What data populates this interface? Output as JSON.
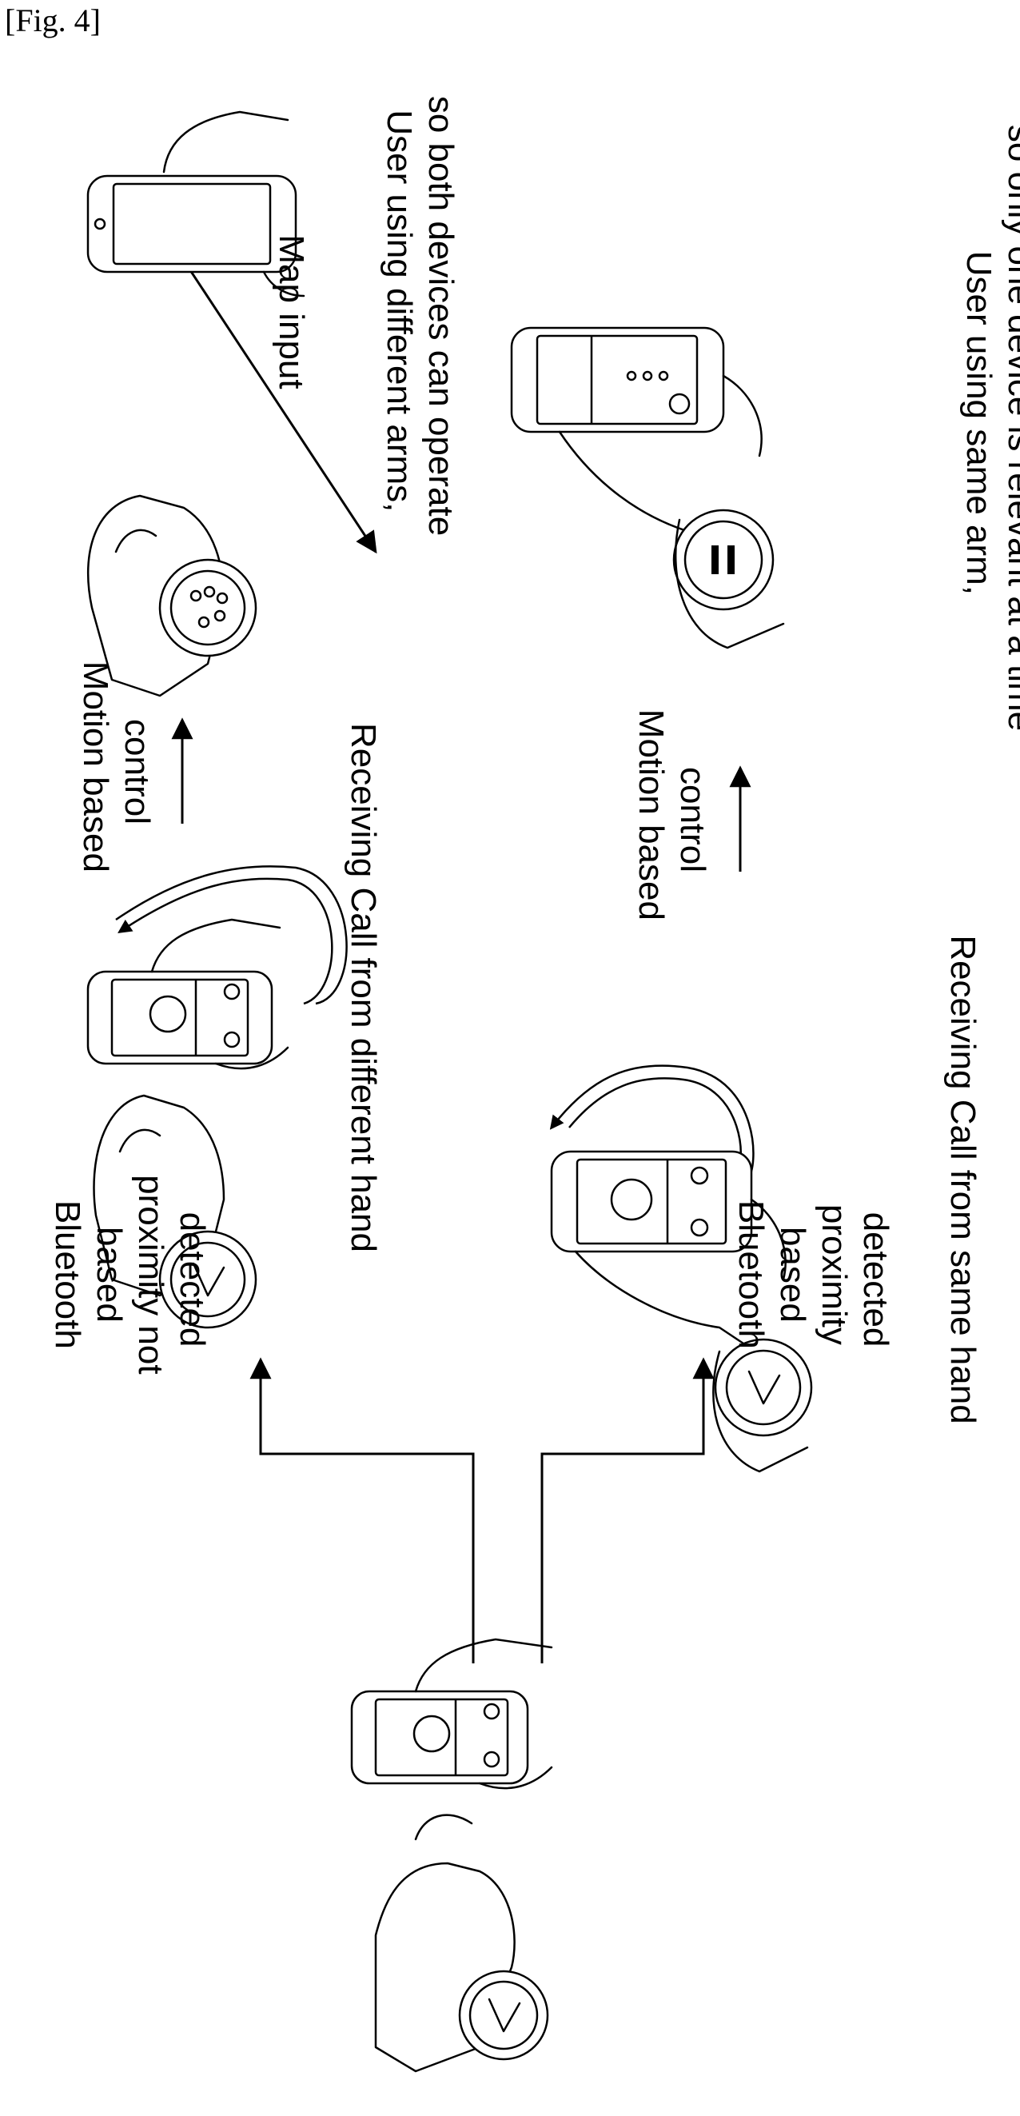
{
  "figure_label": "[Fig. 4]",
  "labels": {
    "bt_not_detected": [
      "Bluetooth",
      "based",
      "proximity not",
      "detected"
    ],
    "bt_detected": [
      "Bluetooth",
      "based",
      "proximity",
      "detected"
    ],
    "receiving_different": "Receiving Call from different hand",
    "receiving_same": "Receiving Call from same hand",
    "motion_top": [
      "Motion based",
      "control"
    ],
    "motion_bottom": [
      "Motion based",
      "control"
    ],
    "map_input": "Map input",
    "result_different": [
      "User using different arms,",
      "so both devices can operate"
    ],
    "result_same": [
      "User using same arm,",
      "so only one device is relevant at a time"
    ]
  }
}
